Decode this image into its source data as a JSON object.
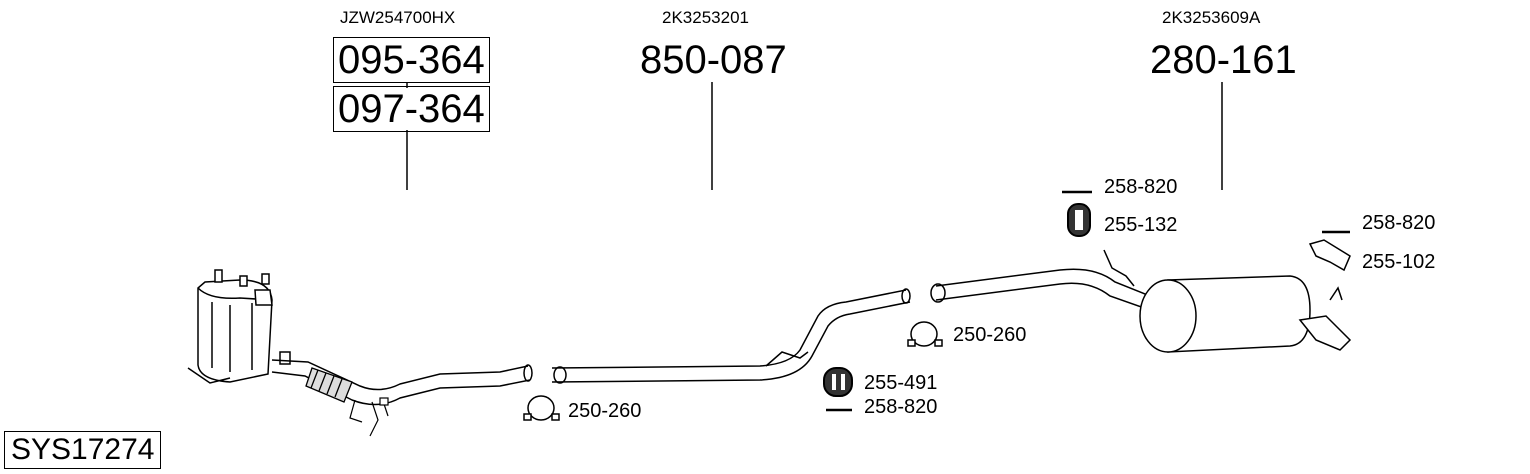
{
  "oem_codes": [
    "JZW254700HX",
    "2K3253201",
    "2K3253609A"
  ],
  "main_parts": [
    "095-364",
    "097-364",
    "850-087",
    "280-161"
  ],
  "accessories": {
    "clamp_front": "250-260",
    "clamp_mid": "250-260",
    "rubber_mid": "255-491",
    "bolt_mid": "258-820",
    "bolt_rear_top": "258-820",
    "rubber_rear": "255-132",
    "bolt_tail": "258-820",
    "bracket_tail": "255-102"
  },
  "system_code": "SYS17274"
}
